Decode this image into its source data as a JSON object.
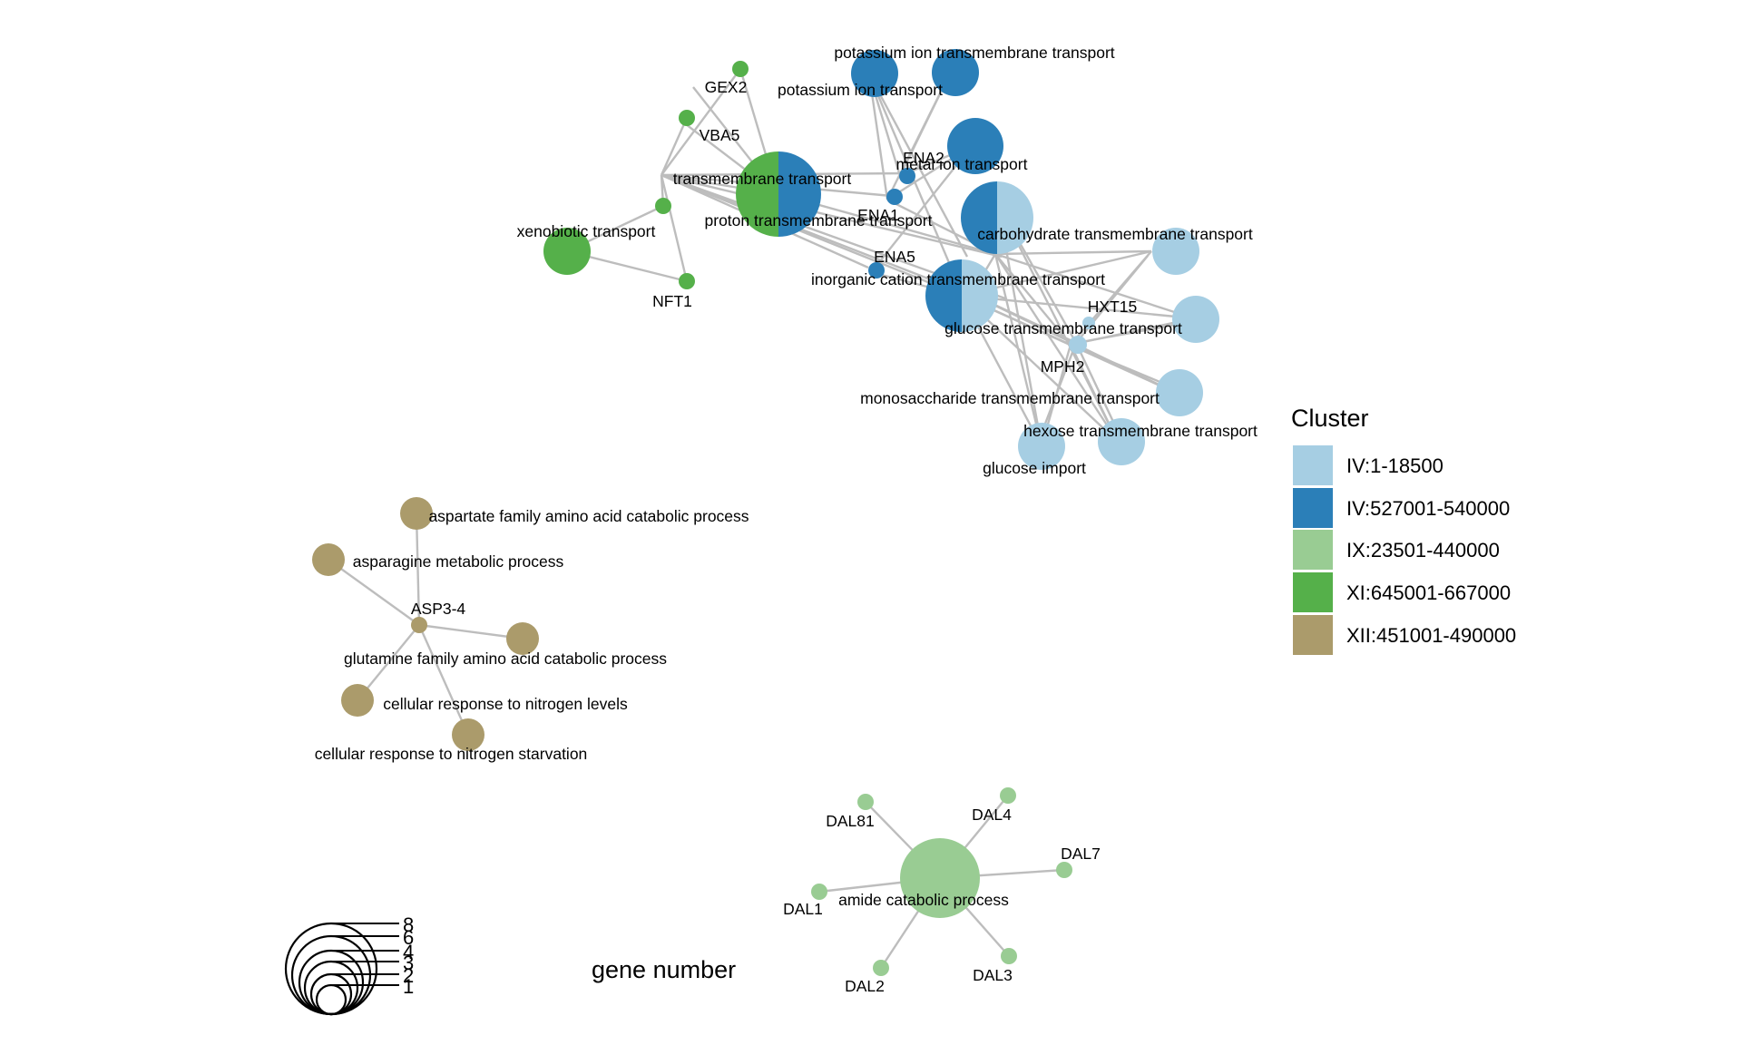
{
  "colors": {
    "IV_1_18500": "#a6cee3",
    "IV_527001_540000": "#2b7fb8",
    "IX_23501_440000": "#99cc93",
    "XI_645001_667000": "#55b04a",
    "XII_451001_490000": "#ab9b6b",
    "edge": "#bdbdbd"
  },
  "legend": {
    "title": "Cluster",
    "items": [
      {
        "label": "IV:1-18500",
        "color": "#a6cee3"
      },
      {
        "label": "IV:527001-540000",
        "color": "#2b7fb8"
      },
      {
        "label": "IX:23501-440000",
        "color": "#99cc93"
      },
      {
        "label": "XI:645001-667000",
        "color": "#55b04a"
      },
      {
        "label": "XII:451001-490000",
        "color": "#ab9b6b"
      }
    ]
  },
  "size_legend": {
    "title": "gene number",
    "labels": [
      "8",
      "6",
      "4",
      "3",
      "2",
      "1"
    ]
  },
  "labels": {
    "potassium_ion_transmembrane_transport": "potassium ion transmembrane transport",
    "potassium_ion_transport": "potassium ion transport",
    "GEX2": "GEX2",
    "VBA5": "VBA5",
    "ENA2": "ENA2",
    "metal_ion_transport": "metal ion transport",
    "transmembrane_transport": "transmembrane transport",
    "ENA1": "ENA1",
    "proton_transmembrane_transport": "proton transmembrane transport",
    "xenobiotic_transport": "xenobiotic transport",
    "carbohydrate_transmembrane_transport": "carbohydrate transmembrane transport",
    "ENA5": "ENA5",
    "inorganic_cation_transmembrane_transport": "inorganic cation transmembrane transport",
    "NFT1": "NFT1",
    "HXT15": "HXT15",
    "glucose_transmembrane_transport": "glucose transmembrane transport",
    "MPH2": "MPH2",
    "monosaccharide_transmembrane_transport": "monosaccharide transmembrane transport",
    "hexose_transmembrane_transport": "hexose transmembrane transport",
    "glucose_import": "glucose import",
    "aspartate_family_amino_acid_catabolic_process": "aspartate family amino acid catabolic process",
    "asparagine_metabolic_process": "asparagine metabolic process",
    "ASP3_4": "ASP3-4",
    "glutamine_family_amino_acid_catabolic_process": "glutamine family amino acid catabolic process",
    "cellular_response_to_nitrogen_levels": "cellular response to nitrogen levels",
    "cellular_response_to_nitrogen_starvation": "cellular response to nitrogen starvation",
    "DAL81": "DAL81",
    "DAL4": "DAL4",
    "DAL7": "DAL7",
    "amide_catabolic_process": "amide catabolic process",
    "DAL1": "DAL1",
    "DAL2": "DAL2",
    "DAL3": "DAL3"
  }
}
